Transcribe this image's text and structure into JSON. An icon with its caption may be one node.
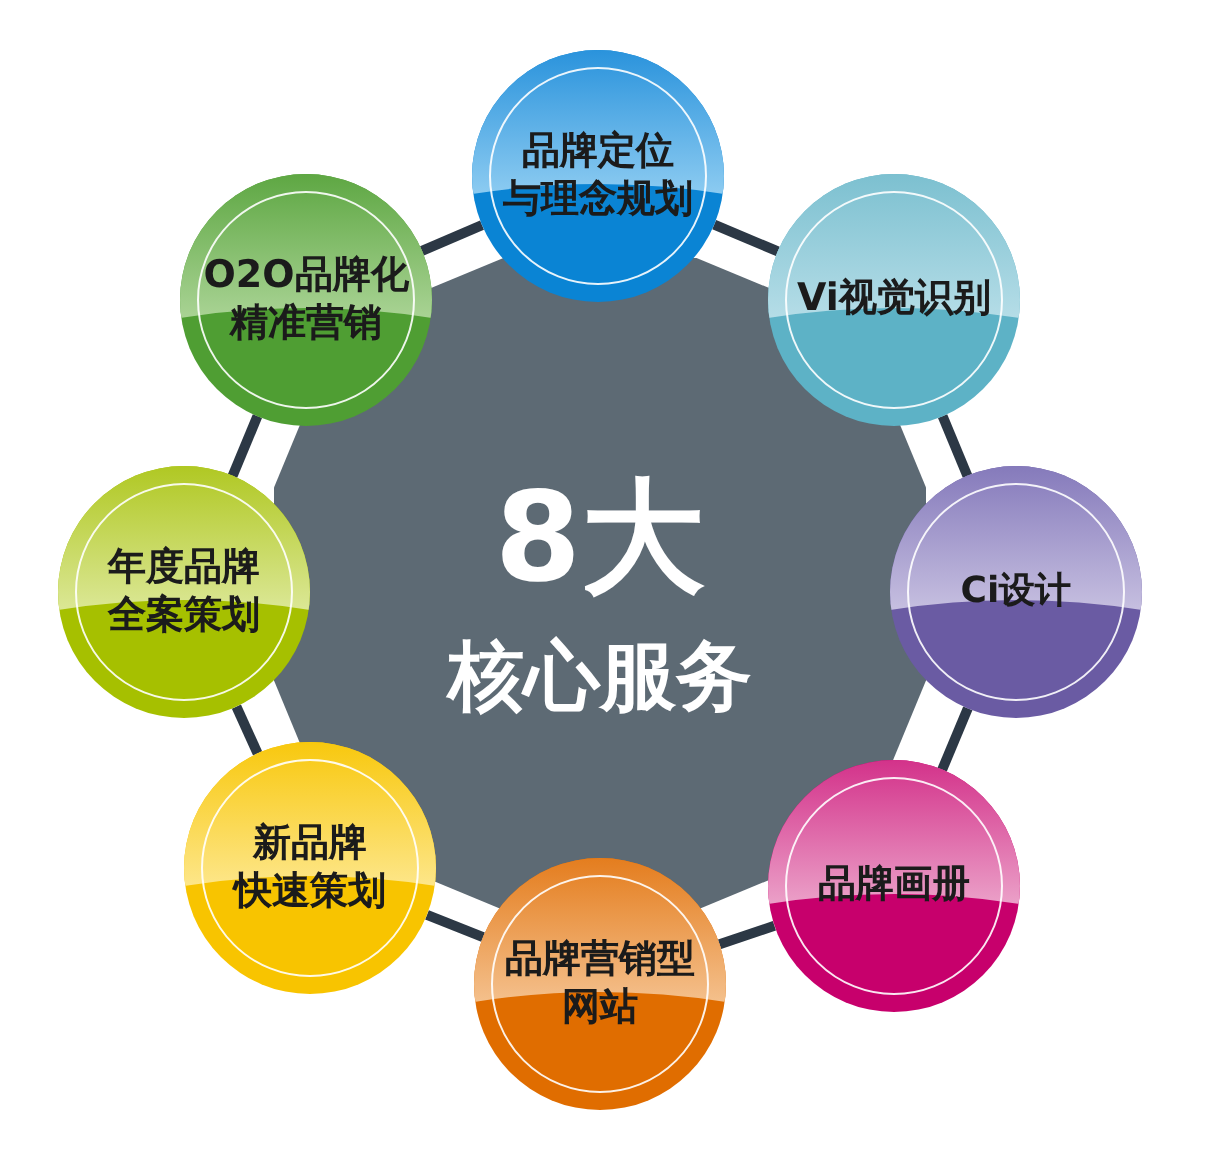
{
  "diagram": {
    "nodes": [
      {
        "text": [
          "8大",
          "核心服务"
        ]
      },
      {
        "text": [
          "品牌定位与理念规划"
        ]
      },
      {
        "text": [
          "Vi视觉识别"
        ]
      },
      {
        "text": [
          "Ci设计"
        ]
      },
      {
        "text": [
          "品牌画册"
        ]
      },
      {
        "text": [
          "品牌营销型网站"
        ]
      },
      {
        "text": [
          "新品牌快速策划"
        ]
      },
      {
        "text": [
          "年度品牌全案策划"
        ]
      },
      {
        "text": [
          "O2O品牌化精准营销"
        ]
      }
    ],
    "edges": [
      {
        "from": 1,
        "to": 2,
        "arrow": "none"
      },
      {
        "from": 2,
        "to": 3,
        "arrow": "none"
      },
      {
        "from": 3,
        "to": 4,
        "arrow": "none"
      },
      {
        "from": 4,
        "to": 5,
        "arrow": "none"
      },
      {
        "from": 5,
        "to": 6,
        "arrow": "none"
      },
      {
        "from": 6,
        "to": 7,
        "arrow": "none"
      },
      {
        "from": 7,
        "to": 8,
        "arrow": "none"
      },
      {
        "from": 8,
        "to": 1,
        "arrow": "none"
      }
    ]
  }
}
